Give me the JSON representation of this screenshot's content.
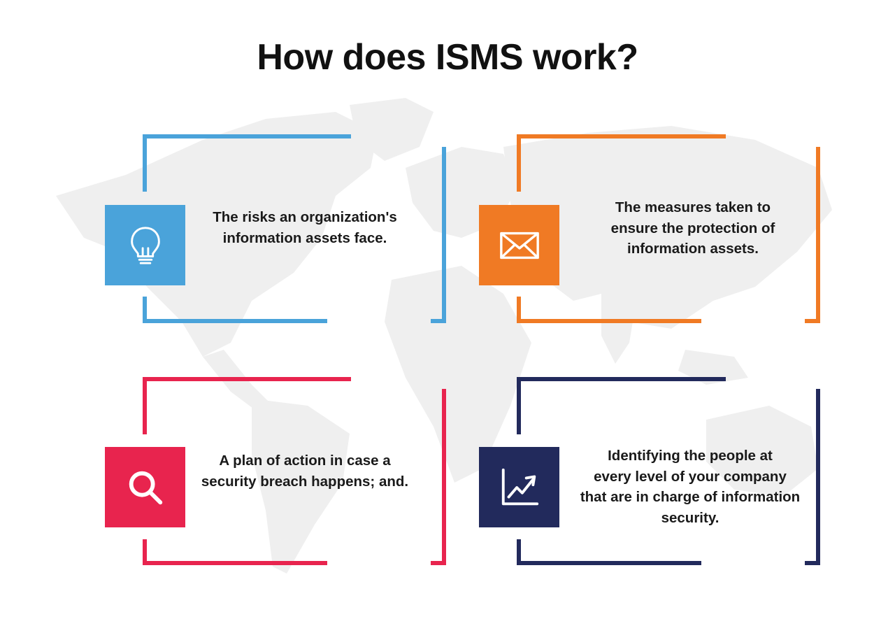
{
  "title": "How does ISMS work?",
  "colors": {
    "blue": "#4aa3da",
    "orange": "#f07a24",
    "red": "#e8244e",
    "navy": "#222a5c",
    "map": "#efefef"
  },
  "cards": [
    {
      "id": "risks",
      "color": "blue",
      "icon": "lightbulb-icon",
      "lines": [
        "The risks an organization's",
        "information assets face."
      ]
    },
    {
      "id": "measures",
      "color": "orange",
      "icon": "envelope-icon",
      "lines": [
        "The measures taken to",
        "ensure the protection of",
        "information assets."
      ]
    },
    {
      "id": "plan",
      "color": "red",
      "icon": "magnifier-icon",
      "lines": [
        "A plan of action in case a",
        "security breach happens; and."
      ]
    },
    {
      "id": "people",
      "color": "navy",
      "icon": "trend-chart-icon",
      "lines": [
        "Identifying the people at",
        "every level of your company",
        "that are in charge of information",
        "security."
      ]
    }
  ]
}
